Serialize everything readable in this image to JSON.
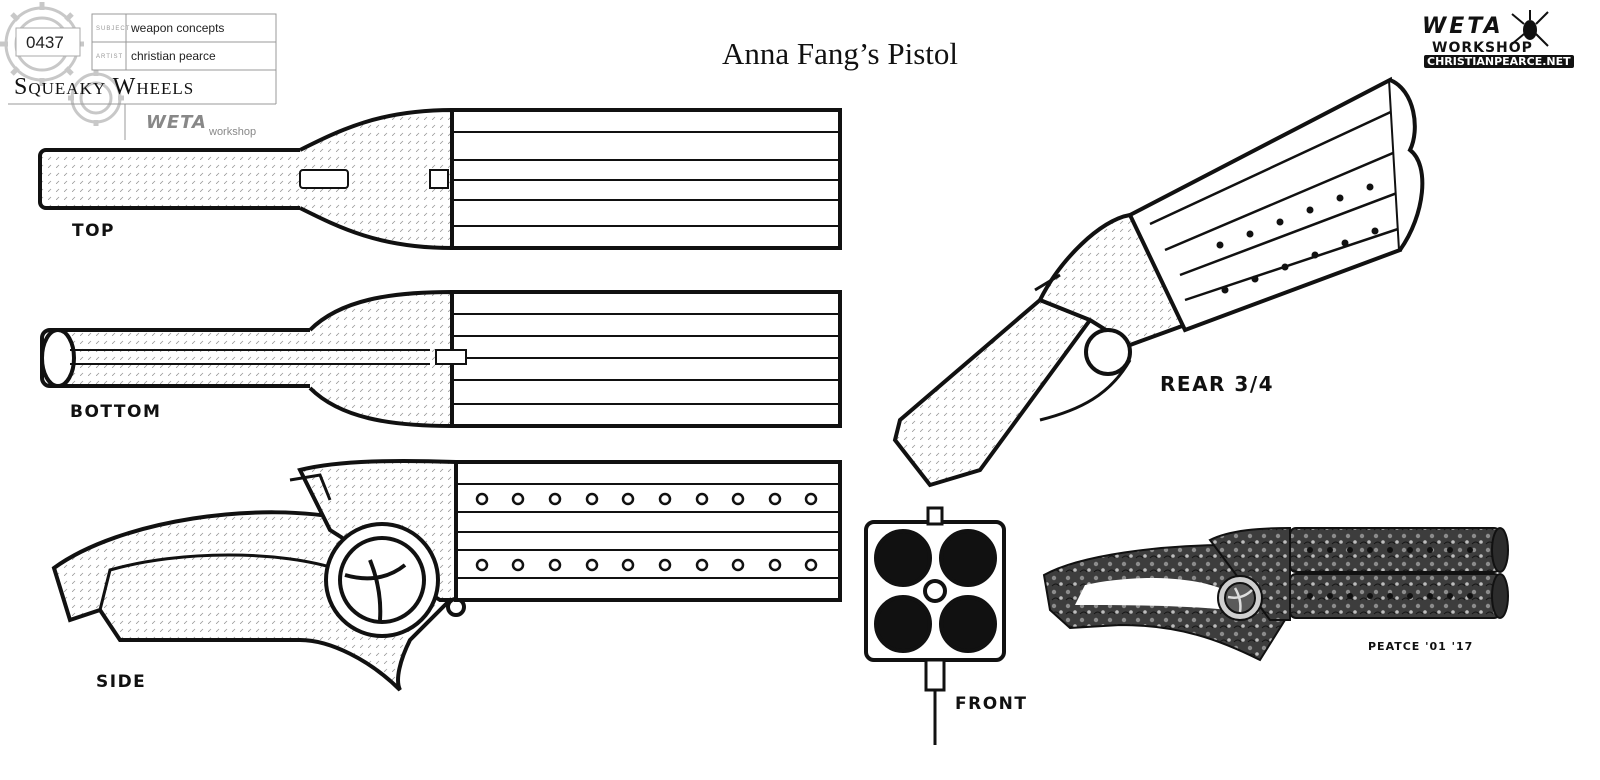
{
  "title_block": {
    "sheet_number": "0437",
    "subject_label": "SUBJECT",
    "subject_value": "weapon concepts",
    "artist_label": "ARTIST",
    "artist_value": "christian pearce",
    "project": "Squeaky Wheels",
    "studio_small": "WETA",
    "studio_small_sub": "workshop"
  },
  "page_title": "Anna Fang’s Pistol",
  "logo": {
    "name": "WETA",
    "sub": "WORKSHOP",
    "url": "CHRISTIANPEARCE.NET"
  },
  "view_labels": {
    "top": "TOP",
    "bottom": "BOTTOM",
    "side": "SIDE",
    "front": "FRONT",
    "rear": "REAR 3/4"
  },
  "signature": "PEATCE '01 '17"
}
